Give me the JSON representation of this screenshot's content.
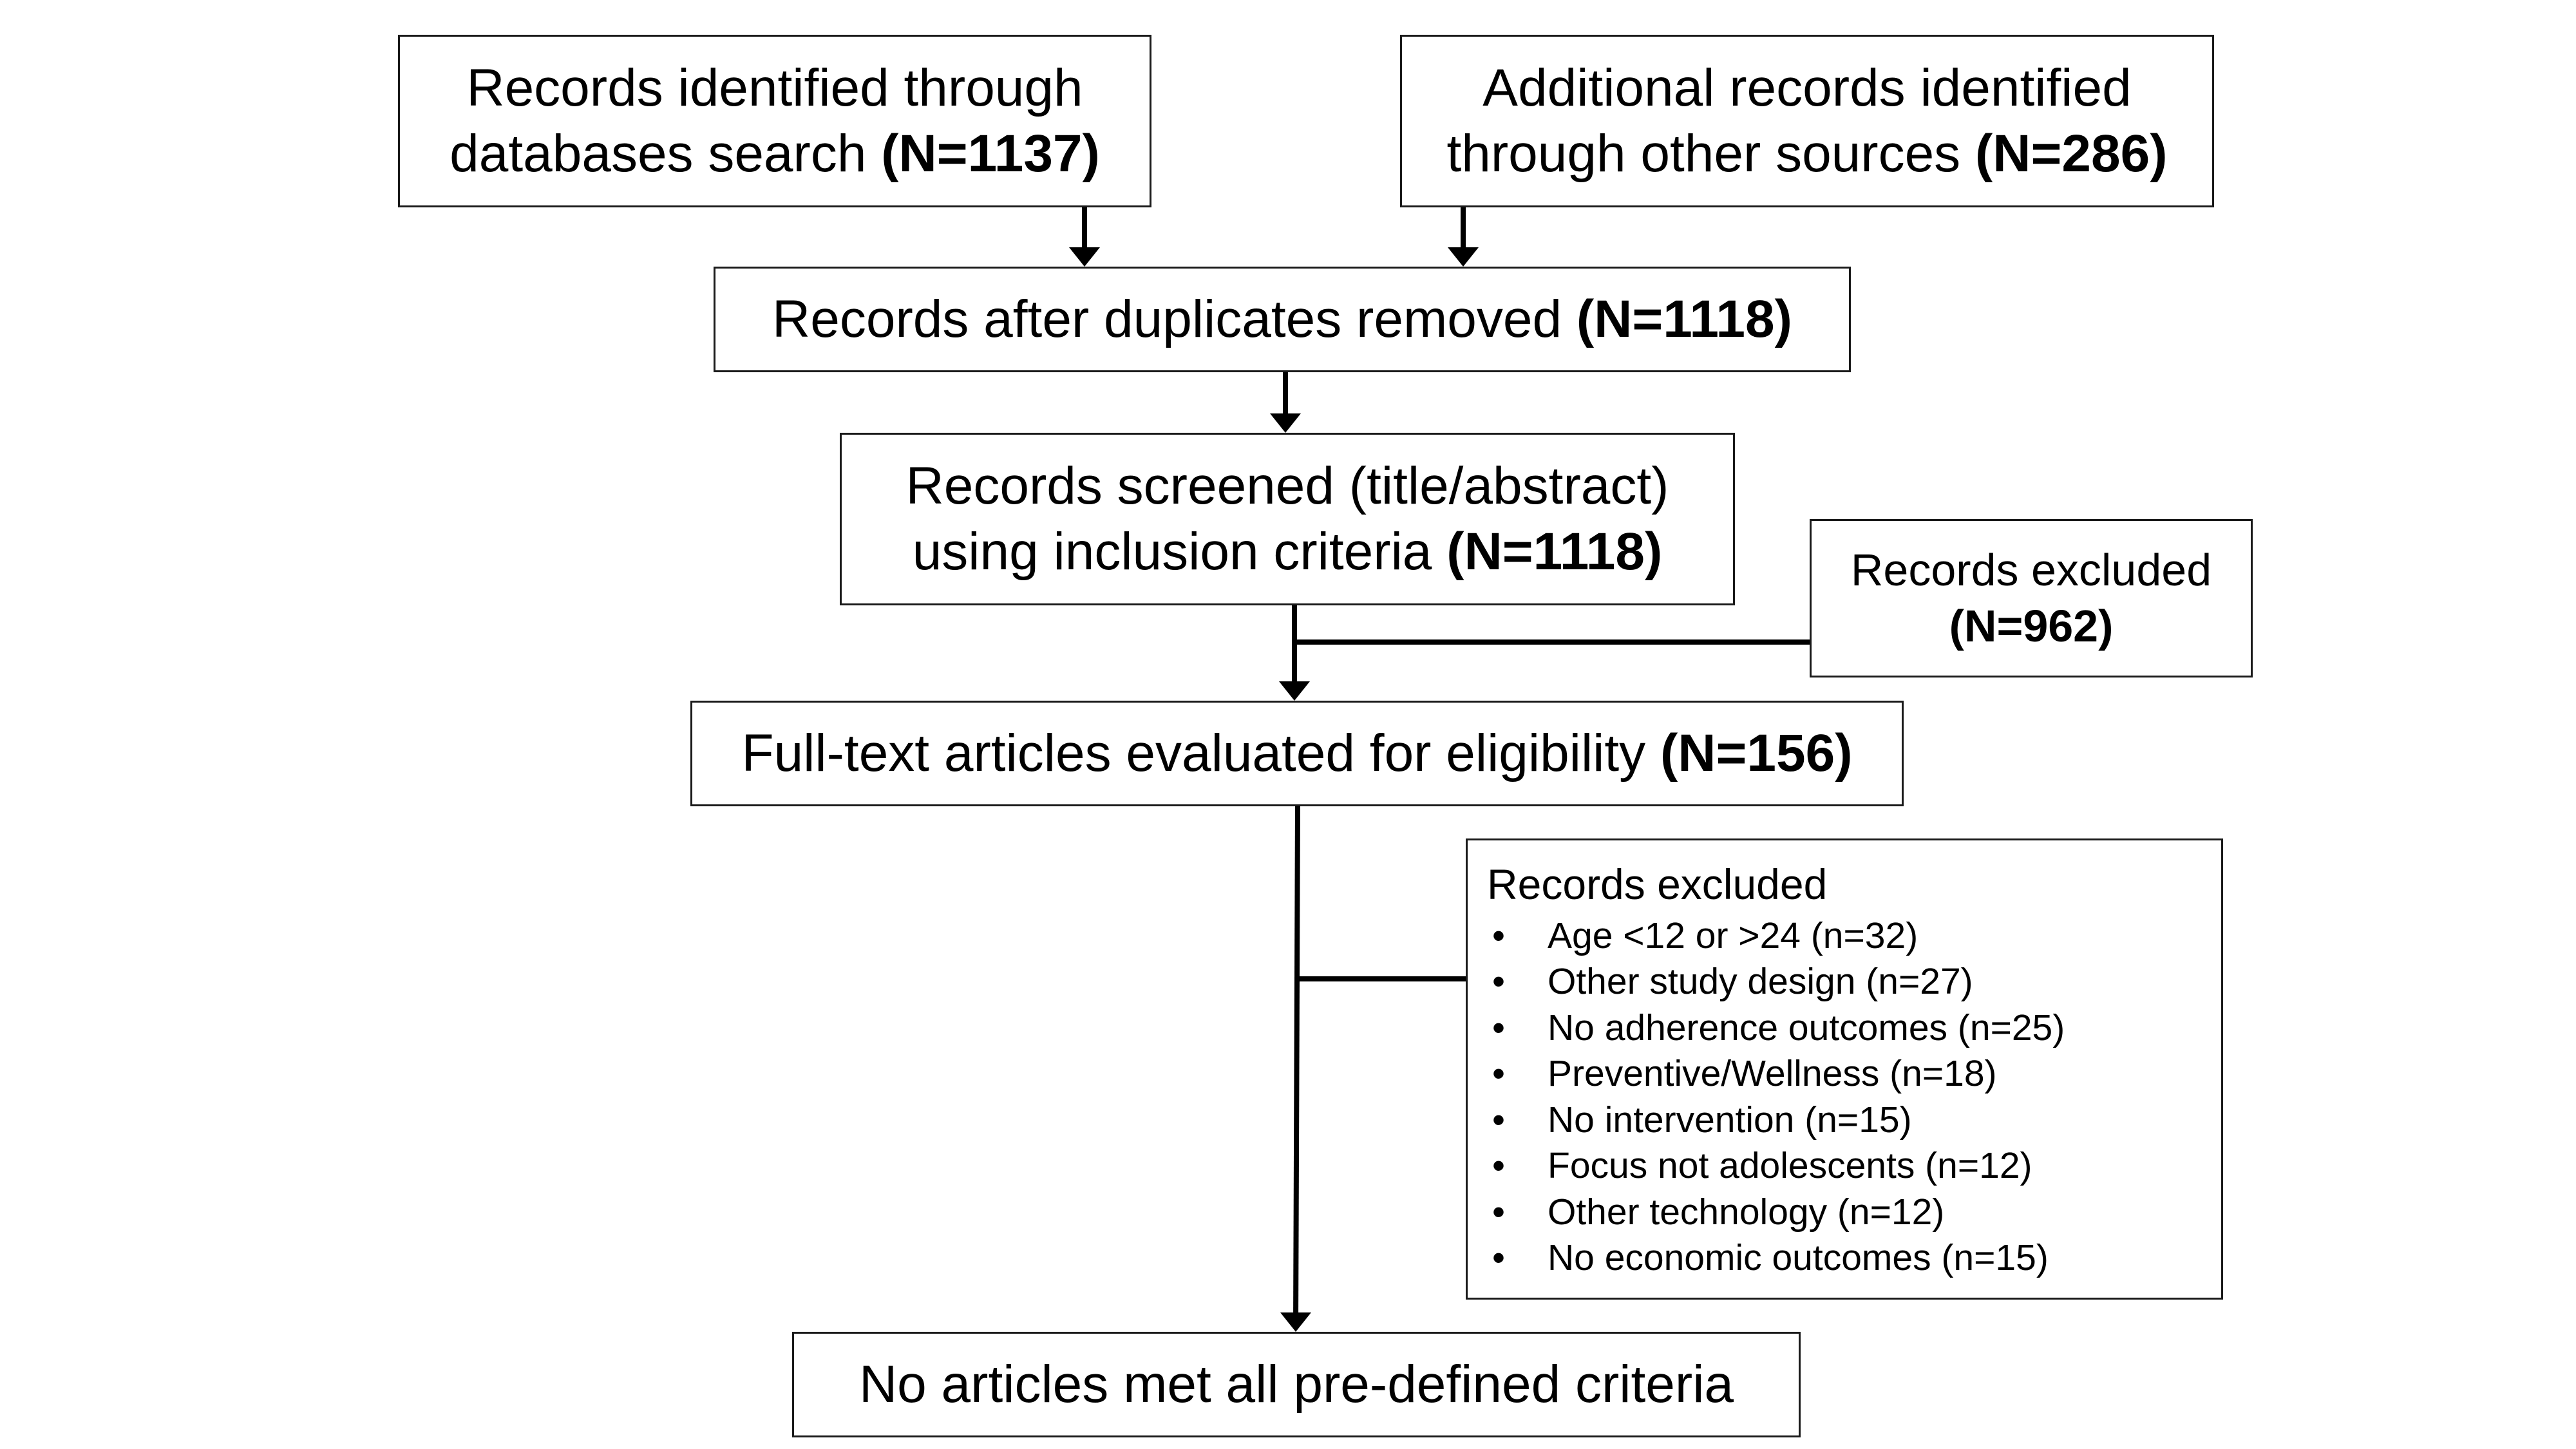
{
  "identification": {
    "database": {
      "text": "Records identified through databases search ",
      "count": "(N=1137)"
    },
    "other": {
      "text": "Additional records identified through other sources ",
      "count": "(N=286)"
    }
  },
  "duplicates": {
    "text": "Records after duplicates removed ",
    "count": "(N=1118)"
  },
  "screened": {
    "text": "Records screened (title/abstract) using inclusion criteria ",
    "count": "(N=1118)"
  },
  "excluded_screening": {
    "text": "Records excluded",
    "count": "(N=962)"
  },
  "fulltext": {
    "text": "Full-text articles evaluated for eligibility ",
    "count": "(N=156)"
  },
  "excluded_fulltext": {
    "title": "Records excluded",
    "bullet": "•",
    "items": [
      "Age <12 or >24 (n=32)",
      "Other study design (n=27)",
      "No adherence outcomes (n=25)",
      "Preventive/Wellness (n=18)",
      "No intervention (n=15)",
      "Focus not adolescents (n=12)",
      "Other technology (n=12)",
      "No economic outcomes (n=15)"
    ]
  },
  "final": {
    "text": "No articles met all pre-defined criteria"
  }
}
